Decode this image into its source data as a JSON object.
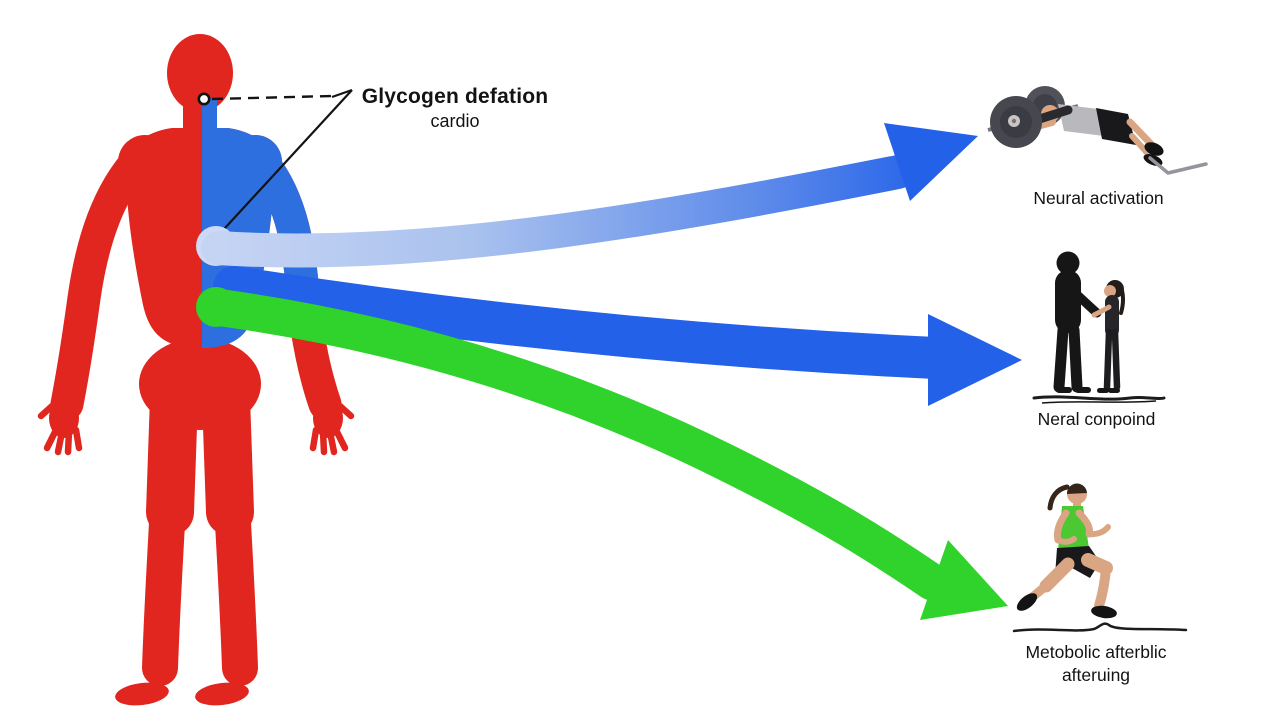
{
  "scene": {
    "callout": {
      "title": "Glycogen defation",
      "subtitle": "cardio"
    },
    "pathways": [
      {
        "name": "neural-activation",
        "label": "Neural activation"
      },
      {
        "name": "neural-compound",
        "label": "Neral conpoind"
      },
      {
        "name": "metabolic",
        "label_line1": "Metobolic afterblic",
        "label_line2": "afteruing"
      }
    ]
  },
  "colors": {
    "background": "#FFFFFF",
    "body_red": "#E0261F",
    "body_blue": "#2E6FE0",
    "arrow_blue": "#2261E8",
    "arrow_gradient_start": "#C6D4F4",
    "arrow_gradient_mid": "#AAC2EE",
    "arrow_gradient_late": "#5E8BEA",
    "arrow_light_cap": "#CDDAF6",
    "arrow_green": "#2FD32B",
    "text": "#131313",
    "skin": "#D9A583",
    "shirt_gray": "#B9B9BD",
    "dark": "#19191B",
    "plate_gray": "#47474F",
    "tank_green": "#4CC832",
    "ground": "#1C1C1C"
  }
}
